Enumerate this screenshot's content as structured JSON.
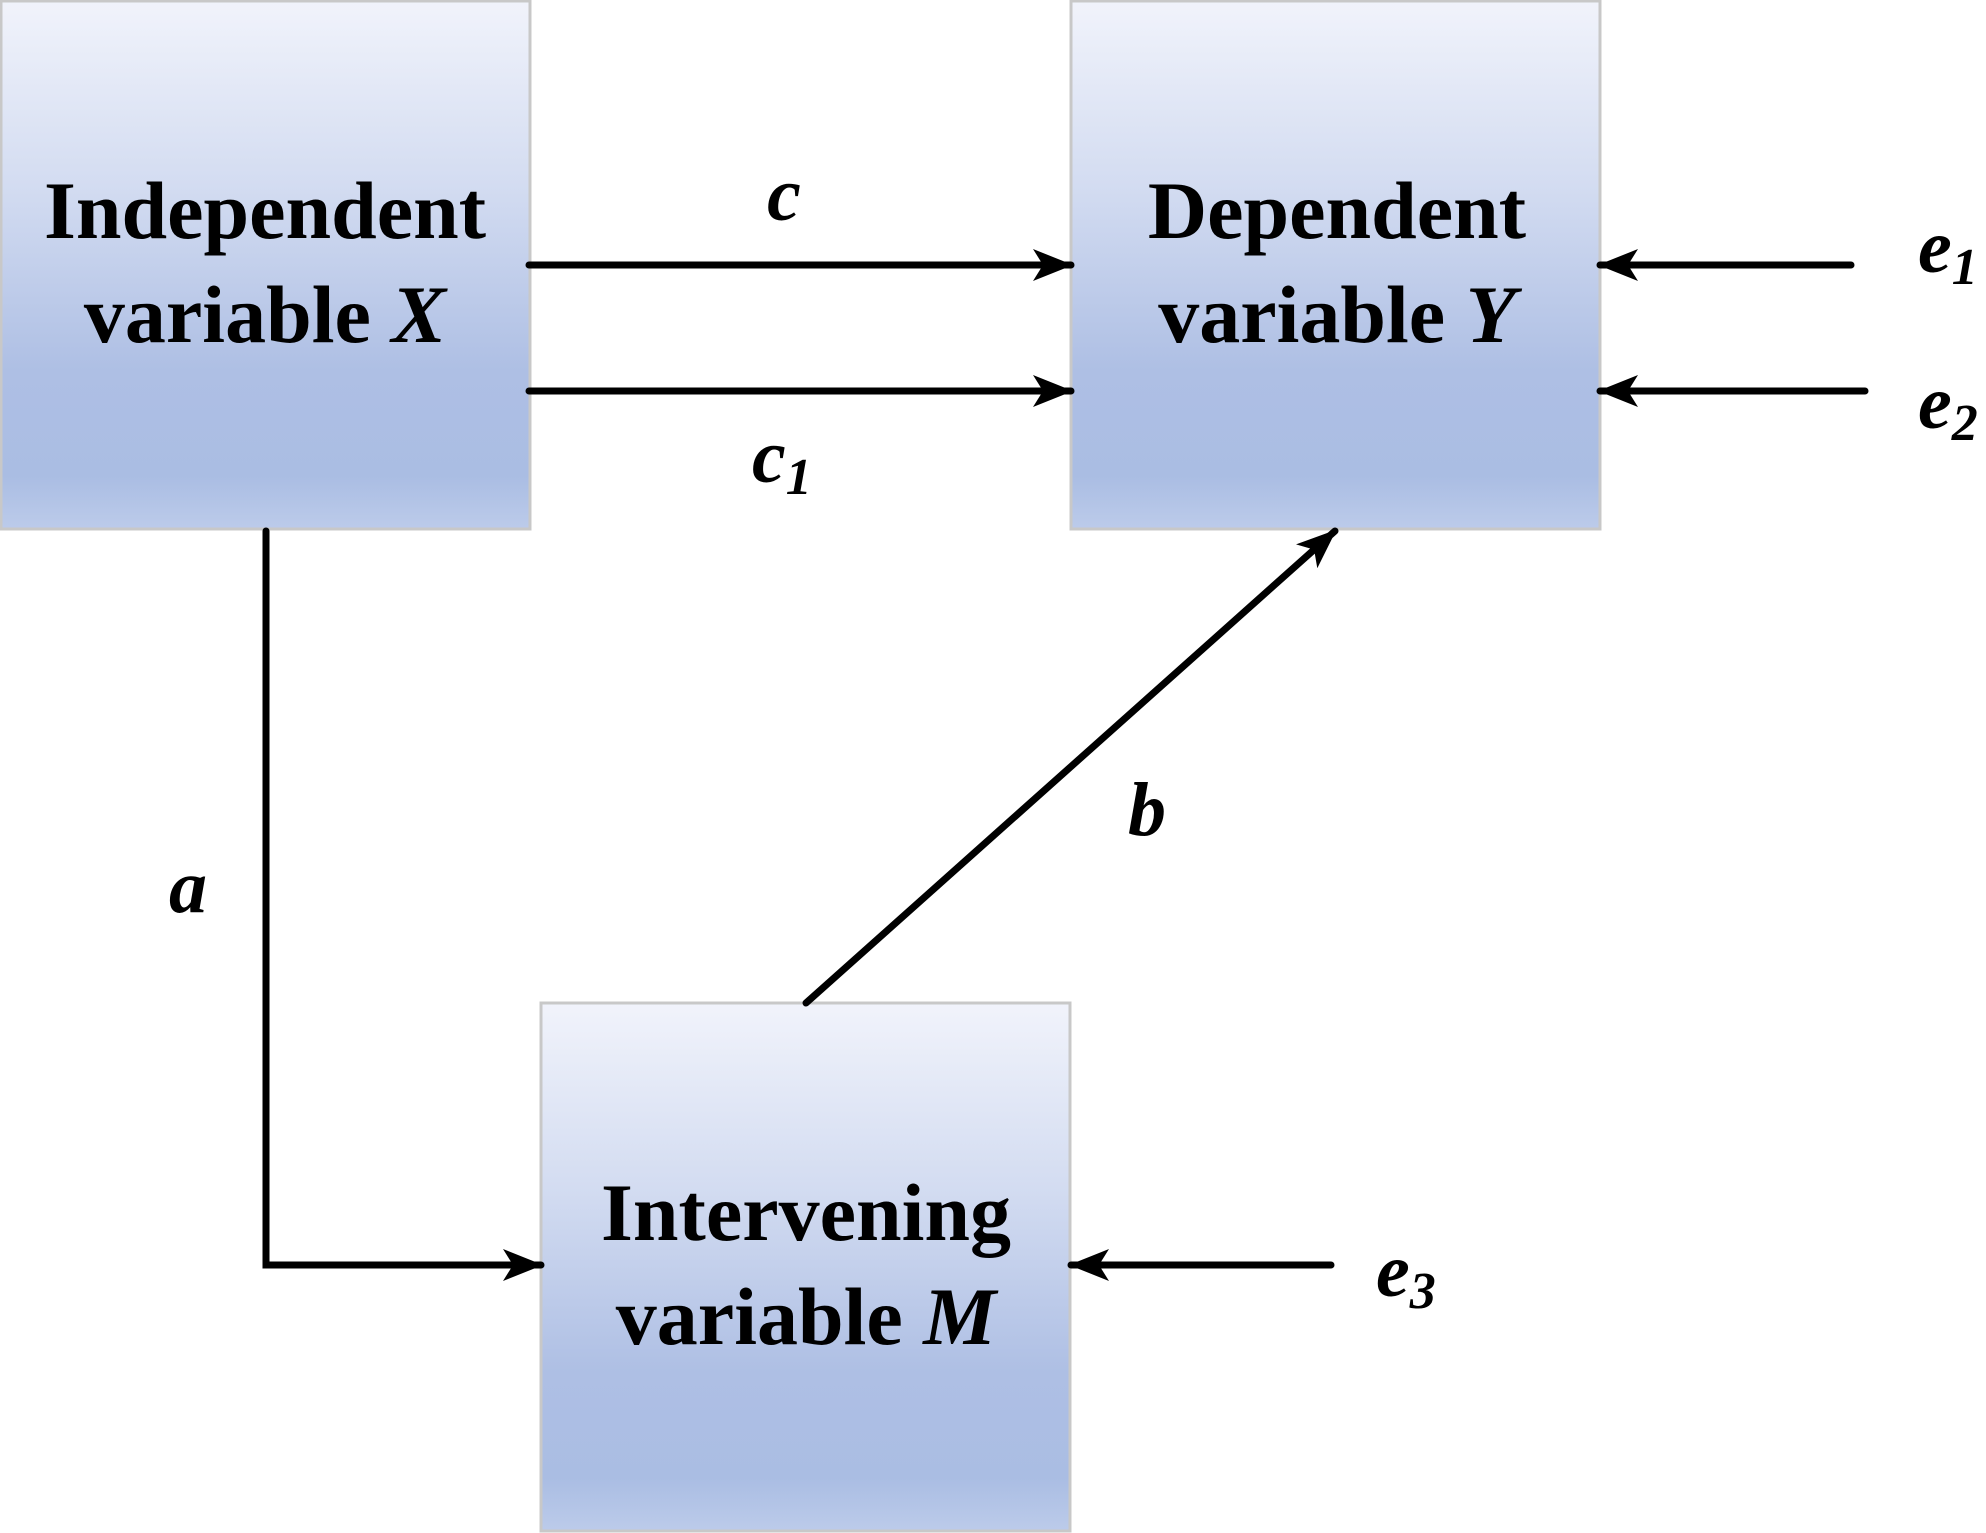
{
  "diagram": {
    "nodes": {
      "independent": {
        "line1": "Independent",
        "line2_prefix": "variable ",
        "letter": "X"
      },
      "dependent": {
        "line1": "Dependent",
        "line2_prefix": "variable ",
        "letter": "Y"
      },
      "intervening": {
        "line1": "Intervening",
        "line2_prefix": "variable ",
        "letter": "M"
      }
    },
    "paths": {
      "c": {
        "main": "c",
        "sub": ""
      },
      "c1": {
        "main": "c",
        "sub": "1"
      },
      "a": {
        "main": "a",
        "sub": ""
      },
      "b": {
        "main": "b",
        "sub": ""
      },
      "e1": {
        "main": "e",
        "sub": "1"
      },
      "e2": {
        "main": "e",
        "sub": "2"
      },
      "e3": {
        "main": "e",
        "sub": "3"
      }
    },
    "colors": {
      "box_top": "#f1f3fb",
      "box_bottom": "#a9bce3",
      "box_border": "#c5c5c5",
      "line": "#000000"
    }
  }
}
